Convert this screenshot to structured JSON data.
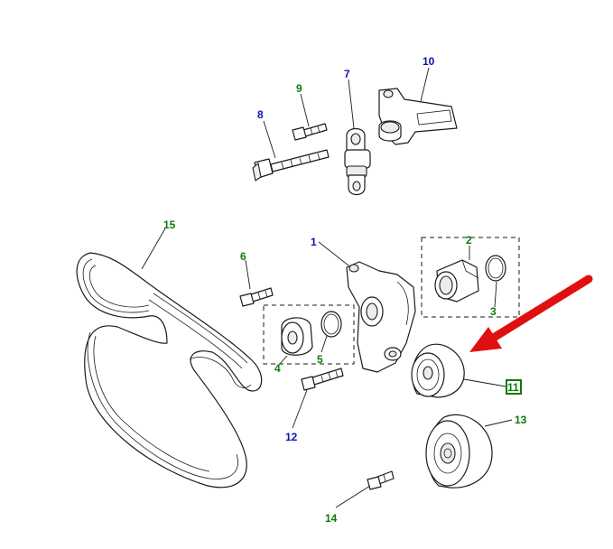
{
  "colors": {
    "green_callout": "#0a7a0a",
    "blue_callout": "#1010b0",
    "highlight_box": "#0a7a0a",
    "arrow": "#e01010",
    "line": "#1a1a1a"
  },
  "callouts": {
    "p1": {
      "label": "1",
      "color": "blue"
    },
    "p2": {
      "label": "2",
      "color": "green"
    },
    "p3": {
      "label": "3",
      "color": "green"
    },
    "p4": {
      "label": "4",
      "color": "green"
    },
    "p5": {
      "label": "5",
      "color": "green"
    },
    "p6": {
      "label": "6",
      "color": "green"
    },
    "p7": {
      "label": "7",
      "color": "blue"
    },
    "p8": {
      "label": "8",
      "color": "blue"
    },
    "p9": {
      "label": "9",
      "color": "green"
    },
    "p10": {
      "label": "10",
      "color": "blue"
    },
    "p11": {
      "label": "11",
      "color": "green",
      "highlighted": true
    },
    "p12": {
      "label": "12",
      "color": "blue"
    },
    "p13": {
      "label": "13",
      "color": "green"
    },
    "p14": {
      "label": "14",
      "color": "green"
    },
    "p15": {
      "label": "15",
      "color": "green"
    }
  },
  "pointer": {
    "icon": "red-arrow-icon",
    "target": "p11"
  }
}
